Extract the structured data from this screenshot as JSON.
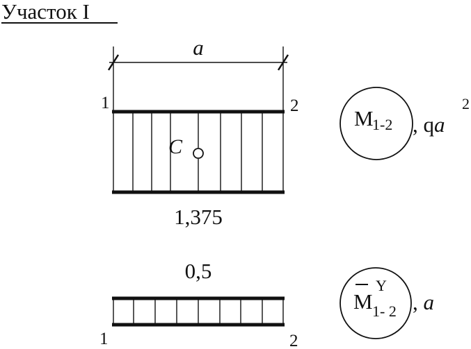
{
  "section": {
    "title": "Участок I"
  },
  "top_diagram": {
    "dimension_label": "a",
    "node_left": "1",
    "node_right": "2",
    "centroid_label": "C",
    "value_label": "1,375",
    "moment": {
      "symbol": "M",
      "subscript": "1-2",
      "unit_prefix": ", q",
      "unit_base": "a",
      "unit_power": "2"
    }
  },
  "bottom_diagram": {
    "value_label": "0,5",
    "node_left": "1",
    "node_right": "2",
    "moment": {
      "symbol": "M",
      "superscript": "Y",
      "subscript": "1- 2",
      "unit": ", a"
    }
  },
  "colors": {
    "ink": "#111111",
    "background": "#ffffff"
  }
}
